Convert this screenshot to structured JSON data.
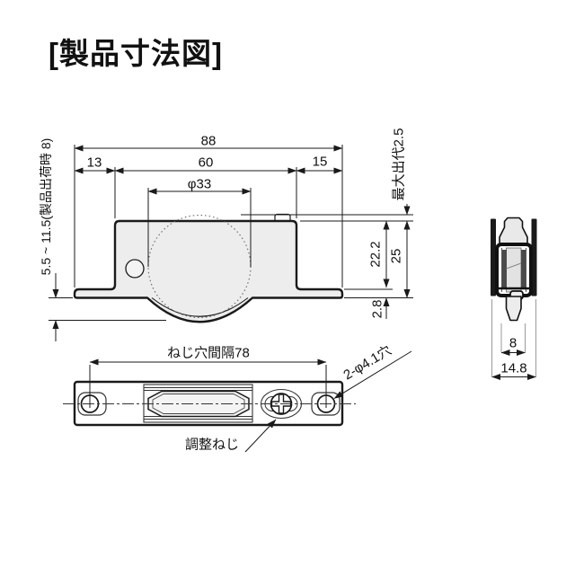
{
  "title": "[製品寸法図]",
  "front_view": {
    "overall_width": "88",
    "left_flange_width": "13",
    "body_width": "60",
    "right_flange_width": "15",
    "roller_diameter": "φ33",
    "max_protrusion": "最大出代2.5",
    "body_height": "22.2",
    "total_height": "25",
    "flange_thickness": "2.8",
    "roller_protrusion_range": "5.5 ~ 11.5(製品出荷時 8)"
  },
  "bottom_view": {
    "screw_hole_spacing": "ねじ穴間隔78",
    "hole_spec": "2-φ4.1穴",
    "adjustment_screw_label": "調整ねじ"
  },
  "side_view": {
    "roller_width": "8",
    "overall_depth": "14.8"
  },
  "colors": {
    "line": "#1a1a1a",
    "fill_light": "#ededed",
    "fill_dark": "#4a4a4a",
    "background": "#ffffff"
  }
}
